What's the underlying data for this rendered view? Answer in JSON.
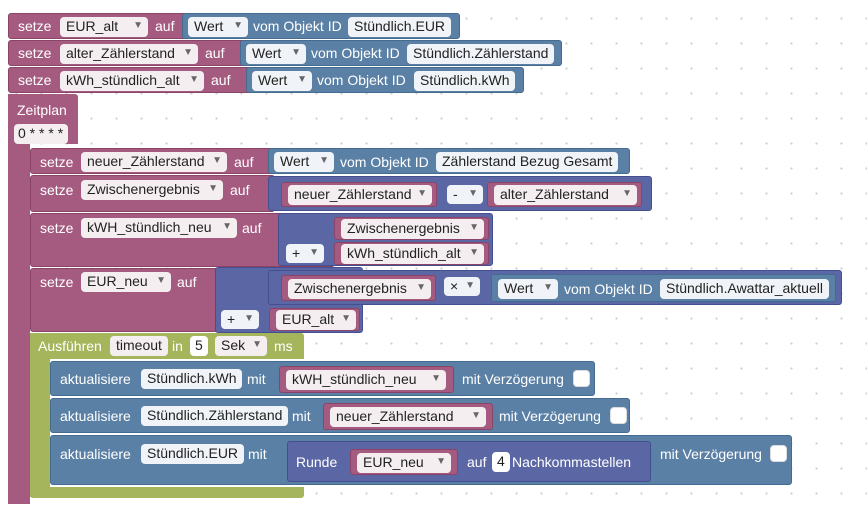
{
  "words": {
    "setze": "setze",
    "auf": "auf",
    "vom_objekt_id": "vom Objekt ID",
    "wert": "Wert",
    "zeitplan": "Zeitplan",
    "cron": "0 * * * *",
    "ausfuehren": "Ausführen",
    "in": "in",
    "ms": "ms",
    "aktualisiere": "aktualisiere",
    "mit": "mit",
    "mit_verzoegerung": "mit Verzögerung",
    "runde": "Runde",
    "nachkommastellen": "Nachkommastellen",
    "op_minus": "-",
    "op_plus": "+",
    "op_times": "×"
  },
  "vars": {
    "eur_alt": "EUR_alt",
    "alter_zaehlerstand": "alter_Zählerstand",
    "kwh_stuendlich_alt": "kWh_stündlich_alt",
    "neuer_zaehlerstand": "neuer_Zählerstand",
    "zwischenergebnis": "Zwischenergebnis",
    "kwh_stuendlich_neu": "kWH_stündlich_neu",
    "eur_neu": "EUR_neu"
  },
  "objects": {
    "stuendlich_eur": "Stündlich.EUR",
    "stuendlich_zaehlerstand": "Stündlich.Zählerstand",
    "stuendlich_kwh": "Stündlich.kWh",
    "zaehlerstand_bezug": "Zählerstand Bezug Gesamt",
    "stuendlich_awattar": "Stündlich.Awattar_aktuell"
  },
  "timeout": {
    "name": "timeout",
    "value": "5",
    "unit": "Sek"
  },
  "round": {
    "digits": "4"
  },
  "colors": {
    "variables": "#a55b80",
    "objects": "#5b80a5",
    "math": "#5b67a5",
    "timeouts": "#a5b55b"
  }
}
